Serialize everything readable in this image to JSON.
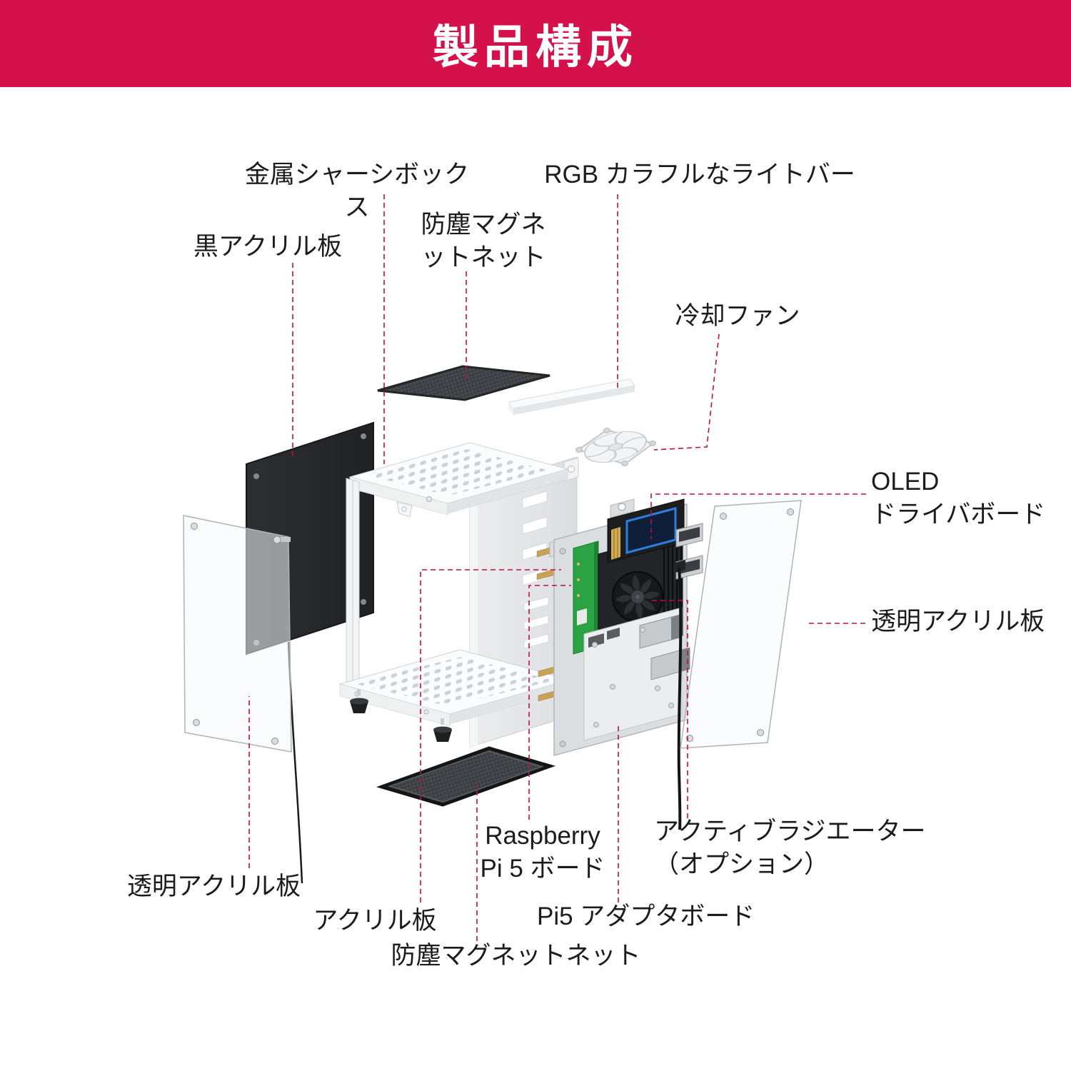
{
  "banner": {
    "title": "製品構成"
  },
  "colors": {
    "banner_bg": "#D4114A",
    "banner_text": "#FFFFFF",
    "label_text": "#1C1C1C",
    "leader": "#C00F3C"
  },
  "labels": [
    {
      "id": "metal-chassis-box",
      "text": "金属シャーシボックス"
    },
    {
      "id": "rgb-light-bar",
      "text": "RGB カラフルなライトバー"
    },
    {
      "id": "black-acrylic-plate",
      "text": "黒アクリル板"
    },
    {
      "id": "dust-magnet-net-top",
      "text": "防塵マグネ\nットネット"
    },
    {
      "id": "cooling-fan",
      "text": "冷却ファン"
    },
    {
      "id": "oled-driver-board",
      "text": "OLED\nドライバボード"
    },
    {
      "id": "clear-acrylic-plate-right",
      "text": "透明アクリル板"
    },
    {
      "id": "raspberry-pi5-board",
      "text": "Raspberry\nPi 5 ボード"
    },
    {
      "id": "active-radiator-option",
      "text": "アクティブラジエーター\n（オプション）"
    },
    {
      "id": "clear-acrylic-plate-left",
      "text": "透明アクリル板"
    },
    {
      "id": "acrylic-plate",
      "text": "アクリル板"
    },
    {
      "id": "pi5-adapter-board",
      "text": "Pi5 アダプタボード"
    },
    {
      "id": "dust-magnet-net-bottom",
      "text": "防塵マグネットネット"
    }
  ]
}
